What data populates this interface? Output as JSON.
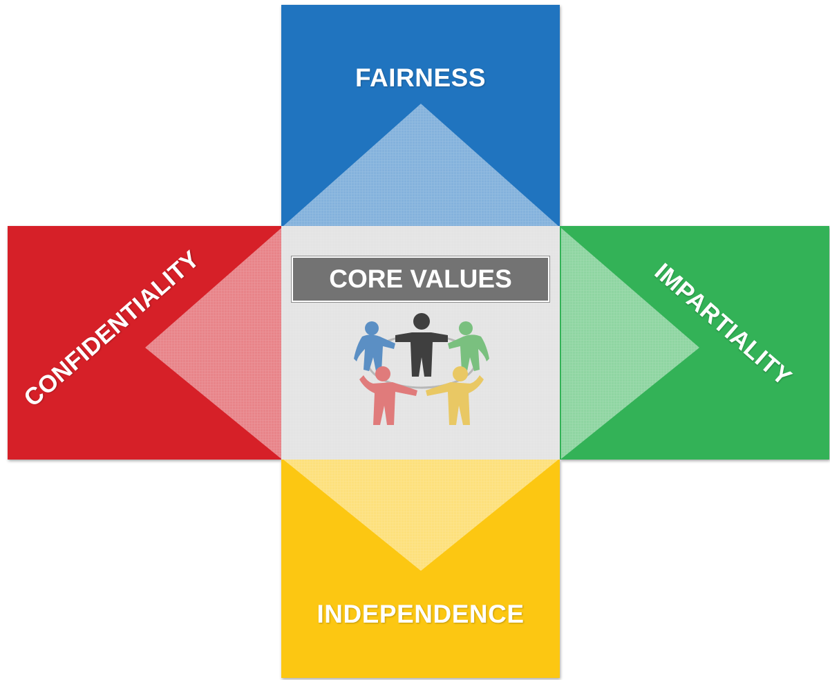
{
  "center": {
    "title": "CORE VALUES",
    "icon": "people-circle-icon"
  },
  "arms": {
    "top": {
      "label": "FAIRNESS",
      "color": "#2074bf"
    },
    "left": {
      "label": "CONFIDENTIALITY",
      "color": "#d62028"
    },
    "right": {
      "label": "IMPARTIALITY",
      "color": "#33b257"
    },
    "bottom": {
      "label": "INDEPENDENCE",
      "color": "#fcc712"
    }
  },
  "colors": {
    "center_panel": "#e4e4e4",
    "banner": "#737373",
    "figure_blue": "#5b8fc4",
    "figure_dark": "#3f3f3f",
    "figure_green": "#7ac07f",
    "figure_red": "#e07b7b",
    "figure_yellow": "#e9c864"
  }
}
